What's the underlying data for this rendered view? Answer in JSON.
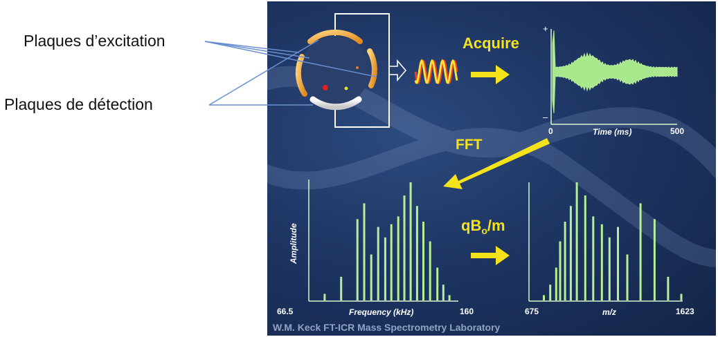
{
  "labels": {
    "excitation": "Plaques d’excitation",
    "detection": "Plaques de détection"
  },
  "steps": {
    "acquire": "Acquire",
    "fft": "FFT",
    "conversion_q": "qB",
    "conversion_sub": "o",
    "conversion_tail": "/m"
  },
  "time_plot": {
    "xlabel": "Time (ms)",
    "x_min": "0",
    "x_max": "500",
    "plus": "+",
    "minus": "–"
  },
  "freq_plot": {
    "ylabel": "Amplitude",
    "xlabel": "Frequency (kHz)",
    "x_min": "66.5",
    "x_max": "160"
  },
  "mz_plot": {
    "xlabel": "m/z",
    "x_min": "675",
    "x_max": "1623"
  },
  "footer": {
    "lab": "W.M. Keck",
    "name": "FT-ICR Mass Spectrometry Laboratory"
  },
  "colors": {
    "background": "#1e3563",
    "yellow": "#f4e21a",
    "green": "#b6ef9a",
    "plate_orange": "#f0a43a",
    "connector": "#6a8fd0"
  },
  "chart_data": [
    {
      "type": "line",
      "title": "",
      "xlabel": "Time (ms)",
      "ylabel": "",
      "xlim": [
        0,
        500
      ],
      "note_values": "transient signal decaying over time"
    },
    {
      "type": "bar",
      "xlabel": "Frequency (kHz)",
      "ylabel": "Amplitude",
      "xlim": [
        66.5,
        160
      ],
      "x": [
        75.7,
        86.2,
        96.6,
        100.9,
        105.4,
        109.8,
        114.3,
        118.2,
        122.6,
        126.5,
        130.5,
        134.6,
        138.6,
        142.9,
        147.5,
        151.3,
        155.2
      ],
      "values": [
        0.05,
        0.18,
        0.62,
        0.74,
        0.35,
        0.56,
        0.48,
        0.58,
        0.64,
        0.8,
        0.9,
        0.72,
        0.6,
        0.45,
        0.25,
        0.12,
        0.04
      ]
    },
    {
      "type": "bar",
      "xlabel": "m/z",
      "ylabel": "",
      "xlim": [
        675,
        1623
      ],
      "x": [
        1623,
        1540,
        1455,
        1367,
        1284,
        1225,
        1172,
        1124,
        1070,
        1020,
        967,
        929,
        893,
        862,
        837,
        800,
        760
      ],
      "values": [
        0.05,
        0.18,
        0.62,
        0.74,
        0.35,
        0.56,
        0.48,
        0.58,
        0.64,
        0.8,
        0.9,
        0.72,
        0.6,
        0.45,
        0.25,
        0.12,
        0.04
      ]
    }
  ]
}
